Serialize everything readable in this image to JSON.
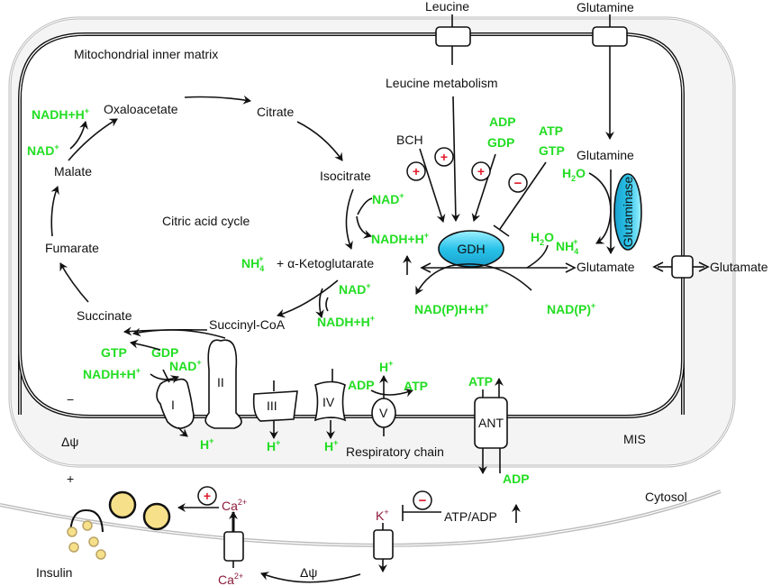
{
  "title": "Mitochondrial metabolism and insulin secretion with GDH regulation",
  "compartments": {
    "matrix": "Mitochondrial inner matrix",
    "cycle": "Citric acid cycle",
    "mis": "MIS",
    "cytosol": "Cytosol",
    "respiratory_chain": "Respiratory chain"
  },
  "transport_in": {
    "leucine": "Leucine",
    "glutamine": "Glutamine",
    "leucine_metabolism": "Leucine metabolism",
    "glutamine_inner": "Glutamine",
    "glutamate": "Glutamate",
    "glutamate_out": "Glutamate"
  },
  "cycle_metabolites": {
    "oxaloacetate": "Oxaloacetate",
    "citrate": "Citrate",
    "isocitrate": "Isocitrate",
    "akg": "α-Ketoglutarate",
    "akg_prefix": "+",
    "nh4": "NH",
    "succinyl_coa": "Succinyl-CoA",
    "succinate": "Succinate",
    "fumarate": "Fumarate",
    "malate": "Malate"
  },
  "cofactors": {
    "nadh_h": "NADH+H",
    "nad": "NAD",
    "plus": "+",
    "gtp": "GTP",
    "gdp": "GDP",
    "adp": "ADP",
    "atp": "ATP",
    "h": "H",
    "h2o_h": "H",
    "h2o_2": "2",
    "h2o_o": "O",
    "nadph_h": "NAD(P)H+H",
    "nadp": "NAD(P)"
  },
  "regulators": {
    "bch": "BCH",
    "activate": "+",
    "inhibit": "−"
  },
  "enzymes": {
    "gdh": "GDH",
    "glutaminase": "Glutaminase",
    "complex_1": "I",
    "complex_2": "II",
    "complex_3": "III",
    "complex_4": "IV",
    "complex_5": "V",
    "ant": "ANT"
  },
  "membrane_potential": {
    "delta_psi": "Δψ",
    "minus": "−",
    "plus": "+"
  },
  "cytosol_items": {
    "atp_adp": "ATP/ADP",
    "k": "K",
    "ca": "Ca",
    "ca_charge": "2+",
    "insulin": "Insulin"
  },
  "colors": {
    "cofactor_green": "#22dd22",
    "ion_maroon": "#8b1a3a",
    "enzyme_cyan": "#29c3ea",
    "granule_yellow": "#f7e08a",
    "regulator_red": "#e01a2a",
    "membrane_gray": "#bbbbbb"
  }
}
